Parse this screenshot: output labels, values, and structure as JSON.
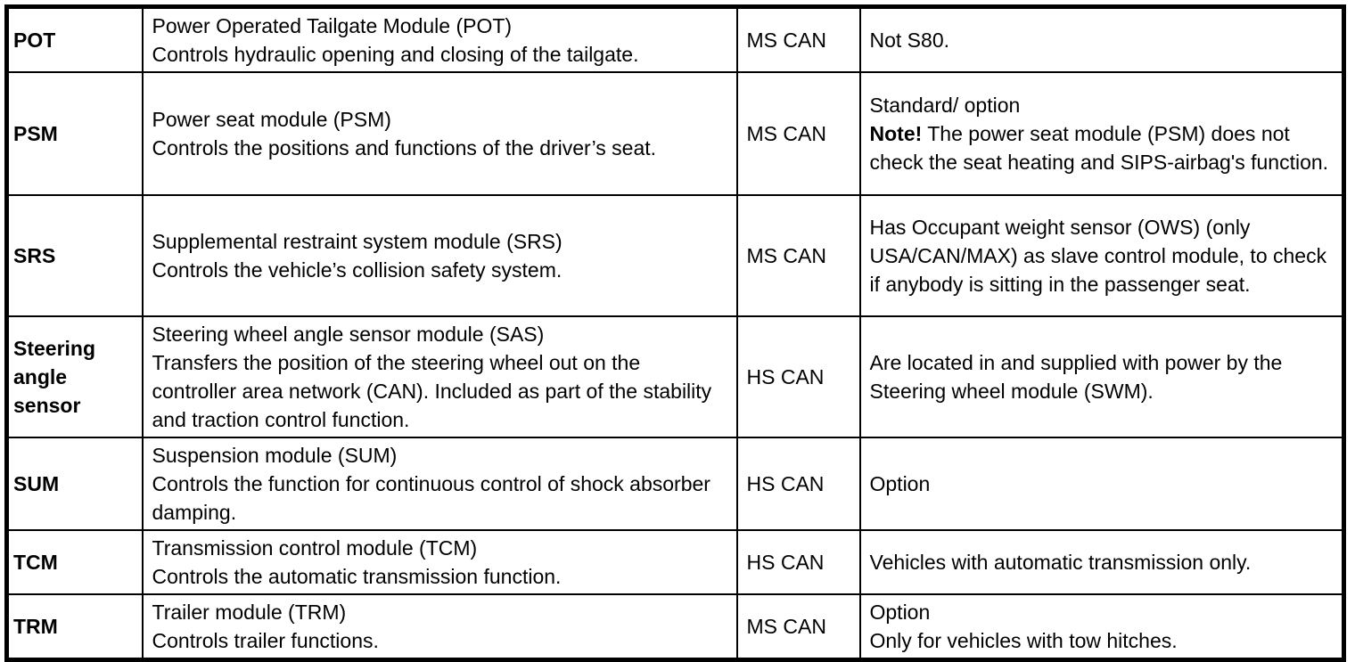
{
  "colors": {
    "background": "#ffffff",
    "border": "#000000",
    "text": "#000000"
  },
  "table": {
    "rows": [
      {
        "abbr": "POT",
        "description": "Power Operated Tailgate Module (POT)\nControls hydraulic opening and closing of the tailgate.",
        "network": "MS CAN",
        "notes": "Not S80."
      },
      {
        "abbr": "PSM",
        "description": "Power seat module (PSM)\nControls the positions and functions of the driver’s seat.",
        "network": "MS CAN",
        "notes_intro": "Standard/ option\n",
        "notes_bold": "Note!",
        "notes_rest": " The power seat module (PSM) does not check the seat heating and SIPS-airbag's function."
      },
      {
        "abbr": "SRS",
        "description": "Supplemental restraint system module (SRS)\nControls the vehicle’s collision safety system.",
        "network": "MS CAN",
        "notes": "Has Occupant weight sensor (OWS) (only USA/CAN/MAX) as slave control module, to check if anybody is sitting in the passenger seat."
      },
      {
        "abbr": "Steering angle sensor",
        "description": "Steering wheel angle sensor module (SAS)\nTransfers the position of the steering wheel out on the controller area network (CAN). Included as part of the stability and traction control function.",
        "network": "HS CAN",
        "notes": "Are located in and supplied with power by the Steering wheel module (SWM)."
      },
      {
        "abbr": "SUM",
        "description": "Suspension module (SUM)\nControls the function for continuous control of shock absorber damping.",
        "network": "HS CAN",
        "notes": "Option"
      },
      {
        "abbr": "TCM",
        "description": "Transmission control module (TCM)\nControls the automatic transmission function.",
        "network": "HS CAN",
        "notes": "Vehicles with automatic transmission only."
      },
      {
        "abbr": "TRM",
        "description": "Trailer module (TRM)\nControls trailer functions.",
        "network": "MS CAN",
        "notes": "Option\nOnly for vehicles with tow hitches."
      }
    ]
  }
}
